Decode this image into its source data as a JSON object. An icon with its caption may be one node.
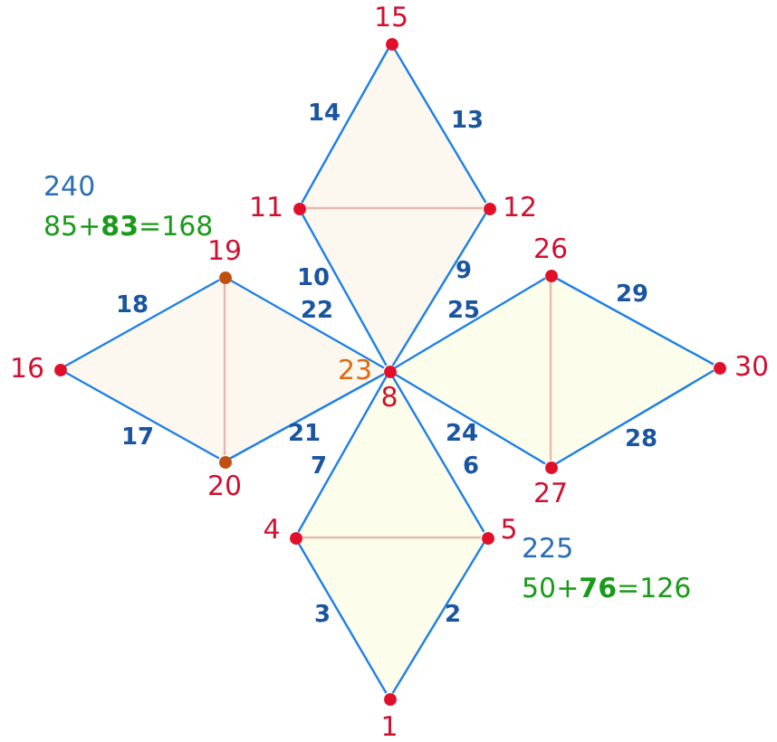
{
  "diagram": {
    "nodes": [
      {
        "text": [
          "15"
        ]
      },
      {
        "text": [
          "11"
        ]
      },
      {
        "text": [
          "12"
        ]
      },
      {
        "text": [
          "19"
        ]
      },
      {
        "text": [
          "26"
        ]
      },
      {
        "text": [
          "16"
        ]
      },
      {
        "text": [
          "23",
          "8"
        ]
      },
      {
        "text": [
          "30"
        ]
      },
      {
        "text": [
          "20"
        ]
      },
      {
        "text": [
          "27"
        ]
      },
      {
        "text": [
          "4"
        ]
      },
      {
        "text": [
          "5"
        ]
      },
      {
        "text": [
          "1"
        ]
      }
    ],
    "edges": [
      {
        "from": 12,
        "to": 11,
        "arrow": "none",
        "label": "2"
      },
      {
        "from": 12,
        "to": 10,
        "arrow": "none",
        "label": "3"
      },
      {
        "from": 11,
        "to": 6,
        "arrow": "none",
        "label": "6"
      },
      {
        "from": 10,
        "to": 6,
        "arrow": "none",
        "label": "7"
      },
      {
        "from": 6,
        "to": 2,
        "arrow": "none",
        "label": "9"
      },
      {
        "from": 6,
        "to": 1,
        "arrow": "none",
        "label": "10"
      },
      {
        "from": 2,
        "to": 0,
        "arrow": "none",
        "label": "13"
      },
      {
        "from": 1,
        "to": 0,
        "arrow": "none",
        "label": "14"
      },
      {
        "from": 5,
        "to": 8,
        "arrow": "none",
        "label": "17"
      },
      {
        "from": 5,
        "to": 3,
        "arrow": "none",
        "label": "18"
      },
      {
        "from": 8,
        "to": 6,
        "arrow": "none",
        "label": "21"
      },
      {
        "from": 3,
        "to": 6,
        "arrow": "none",
        "label": "22"
      },
      {
        "from": 6,
        "to": 9,
        "arrow": "none",
        "label": "24"
      },
      {
        "from": 6,
        "to": 4,
        "arrow": "none",
        "label": "25"
      },
      {
        "from": 9,
        "to": 7,
        "arrow": "none",
        "label": "28"
      },
      {
        "from": 4,
        "to": 7,
        "arrow": "none",
        "label": "29"
      },
      {
        "from": 10,
        "to": 11,
        "arrow": "none",
        "color": "#e8b8b0"
      },
      {
        "from": 1,
        "to": 2,
        "arrow": "none",
        "color": "#e8b8b0"
      },
      {
        "from": 3,
        "to": 8,
        "arrow": "none",
        "color": "#e8b8b0"
      },
      {
        "from": 4,
        "to": 9,
        "arrow": "none",
        "color": "#e8b8b0"
      }
    ],
    "labels": [
      "240",
      "85+**83**=168",
      "225",
      "50+**76**=126"
    ]
  }
}
